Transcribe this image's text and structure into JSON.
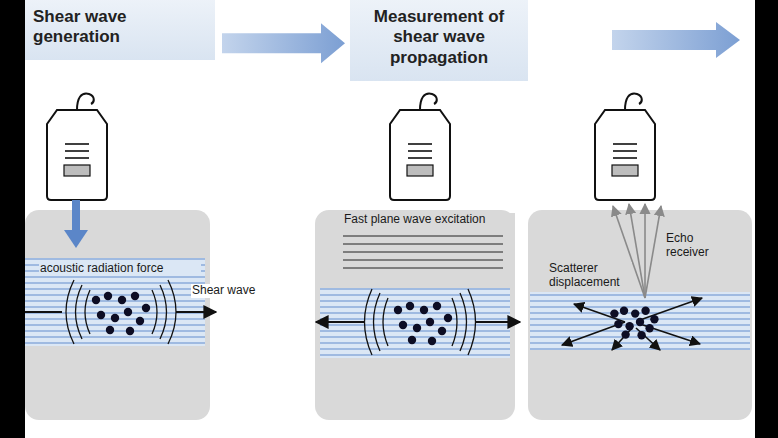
{
  "diagram": {
    "nodes": [
      {
        "text": [
          "Shear wave generation"
        ]
      },
      {
        "text": [
          "Measurement of shear wave propagation"
        ]
      },
      {
        "text": [
          "acoustic radiation force",
          "Shear wave"
        ]
      },
      {
        "text": [
          "Fast plane wave excitation"
        ]
      },
      {
        "text": [
          "Echo receiver",
          "Scatterer displacement"
        ]
      }
    ],
    "edges": [
      {
        "from": 0,
        "to": 1,
        "arrow": "to"
      }
    ]
  }
}
